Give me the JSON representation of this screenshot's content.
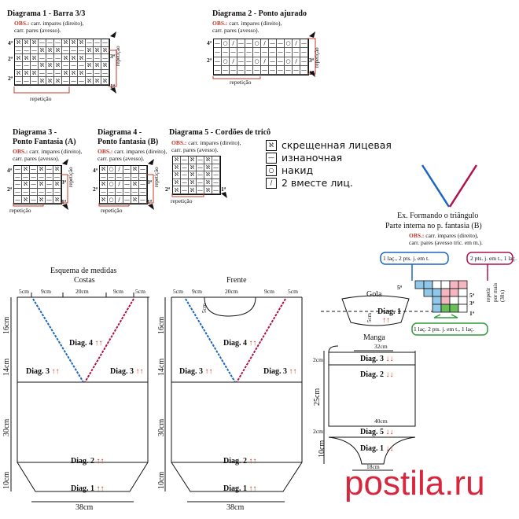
{
  "diag1": {
    "title": "Diagrama 1 - Barra 3/3",
    "obs_label": "OBS.:",
    "obs_line1": "carr. impares (direito),",
    "obs_line2": "carr. pares (avesso).",
    "repeticao": "repetição",
    "row4": "4ª",
    "row2": "2ª",
    "row3": "3ª",
    "row1": "1ª"
  },
  "diag2": {
    "title": "Diagrama 2 - Ponto ajurado",
    "obs_label": "OBS.:",
    "obs_line1": "carr. impares (direito),",
    "obs_line2": "carr. pares (avesso).",
    "repeticao": "repetição",
    "row4": "4ª",
    "row2": "2ª",
    "row3": "3ª",
    "row1": "1ª"
  },
  "diag3": {
    "title1": "Diagrama 3 -",
    "title2": "Ponto Fantasia (A)",
    "obs_label": "OBS.:",
    "obs_line1": "carr. impares (direito),",
    "obs_line2": "carr. pares (avesso).",
    "repeticao": "repetição",
    "row4": "4ª",
    "row2": "2ª",
    "row3": "3ª",
    "row1": "1ª"
  },
  "diag4": {
    "title1": "Diagrama 4 -",
    "title2": "Ponto fantasia (B)",
    "obs_label": "OBS.:",
    "obs_line1": "carr. impares (direito),",
    "obs_line2": "carr. pares (avesso).",
    "repeticao": "repetição",
    "row4": "4ª",
    "row2": "2ª",
    "row3": "3ª",
    "row1": "1ª"
  },
  "diag5": {
    "title": "Diagrama 5 - Cordões de tricô",
    "obs_label": "OBS.:",
    "obs_line1": "carr. impares (direito),",
    "obs_line2": "carr. pares (avesso).",
    "repeticao": "repetição",
    "row2": "2ª",
    "row1": "1ª"
  },
  "legend": [
    {
      "icon": "crossed-knit-icon",
      "label": "скрещенная лицевая"
    },
    {
      "icon": "purl-icon",
      "label": "изнаночная"
    },
    {
      "icon": "yarn-over-icon",
      "label": "накид"
    },
    {
      "icon": "k2tog-icon",
      "label": "2 вместе лиц."
    }
  ],
  "triangle": {
    "title1": "Ex. Formando o triângulo",
    "title2": "Parte interna no p. fantasia (B)",
    "obs_label": "OBS.:",
    "obs_line1": "carr. impares (direito),",
    "obs_line2": "carr. pares (avesso tric. em m.).",
    "note_blue": "1 laç., 2 pts. j. em t.",
    "note_red": "2 pts. j. em t., 1 laç.",
    "note_green": "1 laç. 2 pts. j. em t., 1 laç.",
    "repetir": "repetir",
    "por_mais": "por mais",
    "count": "(30x)",
    "row5": "5ª",
    "row3": "3ª",
    "row1": "1ª"
  },
  "schema": {
    "title": "Esquema de medidas"
  },
  "costas": {
    "title": "Costas",
    "m5a": "5cm",
    "m9a": "9cm",
    "m20": "20cm",
    "m9b": "9cm",
    "m5b": "5cm",
    "h16": "16cm",
    "h14": "14cm",
    "h30": "30cm",
    "h10": "10cm",
    "width": "38cm",
    "d4": "Diag. 4",
    "d3a": "Diag. 3",
    "d3b": "Diag. 3",
    "d2": "Diag. 2",
    "d1": "Diag. 1",
    "arrows": "↑↑"
  },
  "frente": {
    "title": "Frente",
    "m5a": "5cm",
    "m9a": "9cm",
    "m20": "20cm",
    "m9b": "9cm",
    "m5b": "5cm",
    "neck": "5cm",
    "h16": "16cm",
    "h14": "14cm",
    "h30": "30cm",
    "h10": "10cm",
    "width": "38cm",
    "d4": "Diag. 4",
    "d3a": "Diag. 3",
    "d3b": "Diag. 3",
    "d2": "Diag. 2",
    "d1": "Diag. 1",
    "arrows": "↑↑"
  },
  "gola": {
    "title": "Gola",
    "h": "5cm",
    "d1": "Diag. 1",
    "arrows": "↑↑"
  },
  "manga": {
    "title": "Manga",
    "top": "32cm",
    "mid": "40cm",
    "bottom": "18cm",
    "h2": "2cm",
    "h25": "25cm",
    "h2b": "2cm",
    "h10": "10cm",
    "d3": "Diag. 3",
    "d2": "Diag. 2",
    "d5": "Diag. 5",
    "d1": "Diag. 1",
    "arrows": "↓↓"
  },
  "watermark": "postila.ru"
}
